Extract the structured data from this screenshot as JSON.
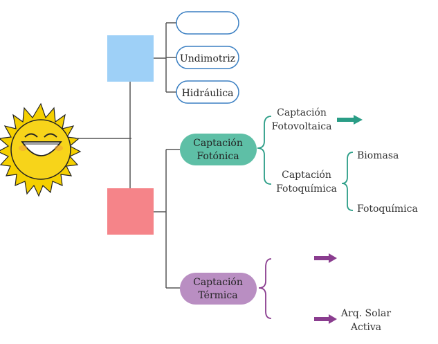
{
  "nodes": {
    "energy_box_1": {
      "label": "",
      "color": "#9ed0f7"
    },
    "energy_box_2": {
      "label": "",
      "color": "#f58489"
    },
    "empty_pill": {
      "label": ""
    },
    "undimotriz": {
      "label": "Undimotriz"
    },
    "hidraulica": {
      "label": "Hidráulica"
    },
    "fotonica": {
      "line1": "Captación",
      "line2": "Fotónica",
      "color": "#5ebfa6"
    },
    "termica": {
      "line1": "Captación",
      "line2": "Térmica",
      "color": "#b98ec2"
    },
    "fotovoltaica": {
      "line1": "Captación",
      "line2": "Fotovoltaica"
    },
    "fotoquimica_cap": {
      "line1": "Captación",
      "line2": "Fotoquímica"
    },
    "biomasa": {
      "label": "Biomasa"
    },
    "fotoquimica": {
      "label": "Fotoquímica"
    },
    "arq_activa": {
      "line1": "Arq. Solar",
      "line2": "Activa"
    }
  },
  "colors": {
    "pill_border": "#3a7fc2",
    "teal": "#2a9d86",
    "purple": "#8a3d8f",
    "connector": "#555555",
    "sun": "#f5d000"
  },
  "icons": {
    "sun": "smiling-sun-icon"
  }
}
